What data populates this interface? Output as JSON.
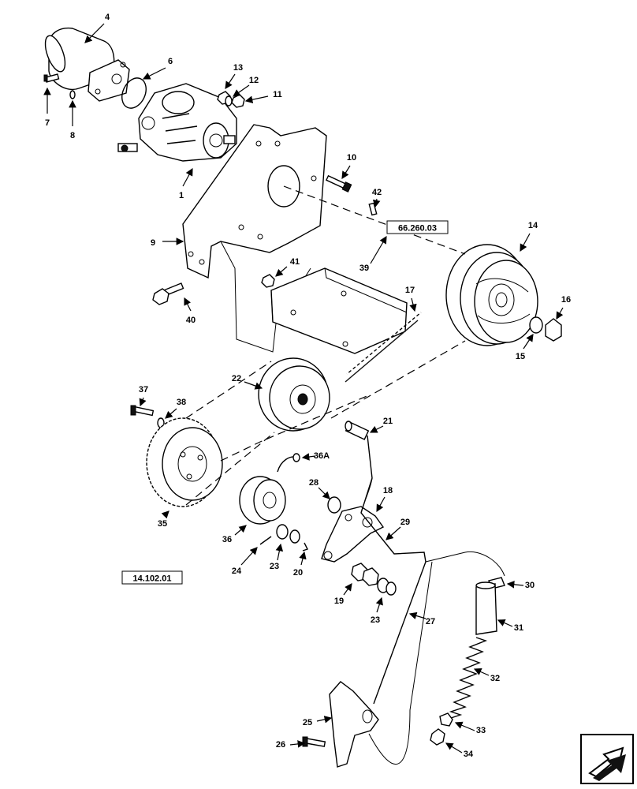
{
  "callouts": [
    "1",
    "4",
    "6",
    "7",
    "8",
    "9",
    "10",
    "11",
    "12",
    "13",
    "14",
    "15",
    "16",
    "17",
    "18",
    "19",
    "20",
    "21",
    "22",
    "23",
    "23",
    "24",
    "25",
    "26",
    "27",
    "28",
    "29",
    "30",
    "31",
    "32",
    "33",
    "34",
    "35",
    "36",
    "36A",
    "37",
    "38",
    "39",
    "40",
    "41",
    "42"
  ],
  "references": {
    "upper": "66.260.03",
    "lower": "14.102.01"
  },
  "nav_icon": "next-page-arrow-icon"
}
